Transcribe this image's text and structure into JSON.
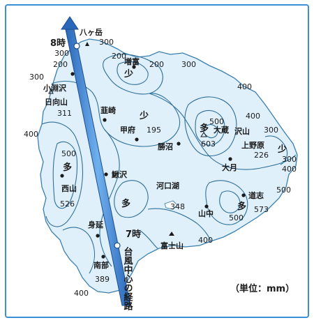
{
  "map": {
    "unit_label": "（単位：mm）",
    "colors": {
      "contour": "#2f6f9a",
      "land": "#dff0fb",
      "border": "#3a8fd6",
      "track": "#3a7fd0"
    },
    "typhoon_track": {
      "label": "台風中心の経路",
      "time_8": "8時",
      "time_7": "7時"
    },
    "places": {
      "yatsugatake": "八ヶ岳",
      "masutomi": "増富",
      "kobuchizawa": "小淵沢",
      "hinatayama": "日向山",
      "nirasaki": "韮崎",
      "kofu": "甲府",
      "katsunuma": "勝沼",
      "okura": "大蔵",
      "sawayama": "沢山",
      "uenohara": "上野原",
      "otsuki": "大月",
      "nishiyama": "西山",
      "kajikazawa": "鰍沢",
      "kawaguchiko": "河口湖",
      "doshi": "道志",
      "yamanaka": "山中",
      "minobu": "身延",
      "fujisan": "富士山",
      "nanbu": "南部"
    },
    "observed": {
      "hinatayama": "311",
      "kofu": "195",
      "okura": "603",
      "uenohara": "226",
      "nishiyama": "526",
      "kawaguchiko": "348",
      "doshi": "573",
      "nanbu": "389"
    },
    "markers": {
      "many": "多",
      "few": "少"
    },
    "contours": {
      "c300": "300",
      "c200": "200",
      "c400": "400",
      "c500": "500"
    }
  }
}
